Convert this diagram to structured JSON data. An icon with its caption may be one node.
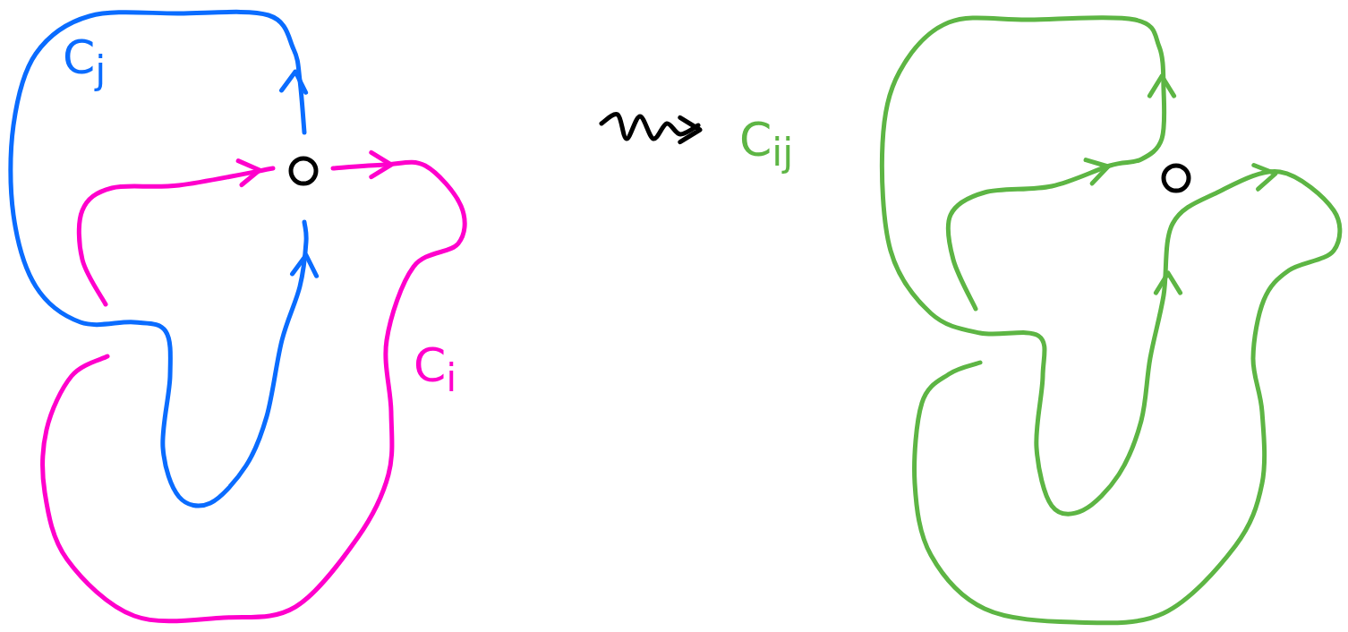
{
  "diagram": {
    "labels": [
      "C$_{j}$",
      "C$_{i}$",
      "C$_{ij}$"
    ]
  }
}
